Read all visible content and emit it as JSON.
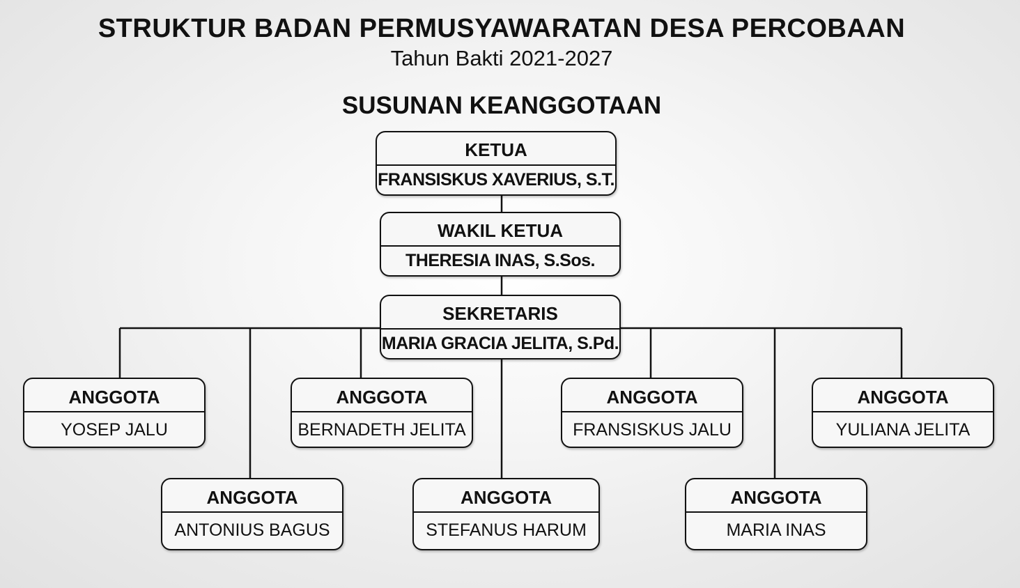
{
  "header": {
    "title": "STRUKTUR BADAN PERMUSYAWARATAN DESA PERCOBAAN",
    "subtitle": "Tahun Bakti 2021-2027",
    "section_title": "SUSUNAN KEANGGOTAAN"
  },
  "colors": {
    "line": "#111111",
    "box_fill": "#f7f7f7"
  },
  "leaders": [
    {
      "role": "KETUA",
      "name": "FRANSISKUS XAVERIUS, S.T."
    },
    {
      "role": "WAKIL KETUA",
      "name": "THERESIA INAS, S.Sos."
    },
    {
      "role": "SEKRETARIS",
      "name": "MARIA GRACIA JELITA, S.Pd."
    }
  ],
  "members": [
    {
      "role": "ANGGOTA",
      "name": "YOSEP JALU"
    },
    {
      "role": "ANGGOTA",
      "name": "BERNADETH JELITA"
    },
    {
      "role": "ANGGOTA",
      "name": "FRANSISKUS JALU"
    },
    {
      "role": "ANGGOTA",
      "name": "YULIANA JELITA"
    },
    {
      "role": "ANGGOTA",
      "name": "ANTONIUS BAGUS"
    },
    {
      "role": "ANGGOTA",
      "name": "STEFANUS HARUM"
    },
    {
      "role": "ANGGOTA",
      "name": "MARIA INAS"
    }
  ]
}
